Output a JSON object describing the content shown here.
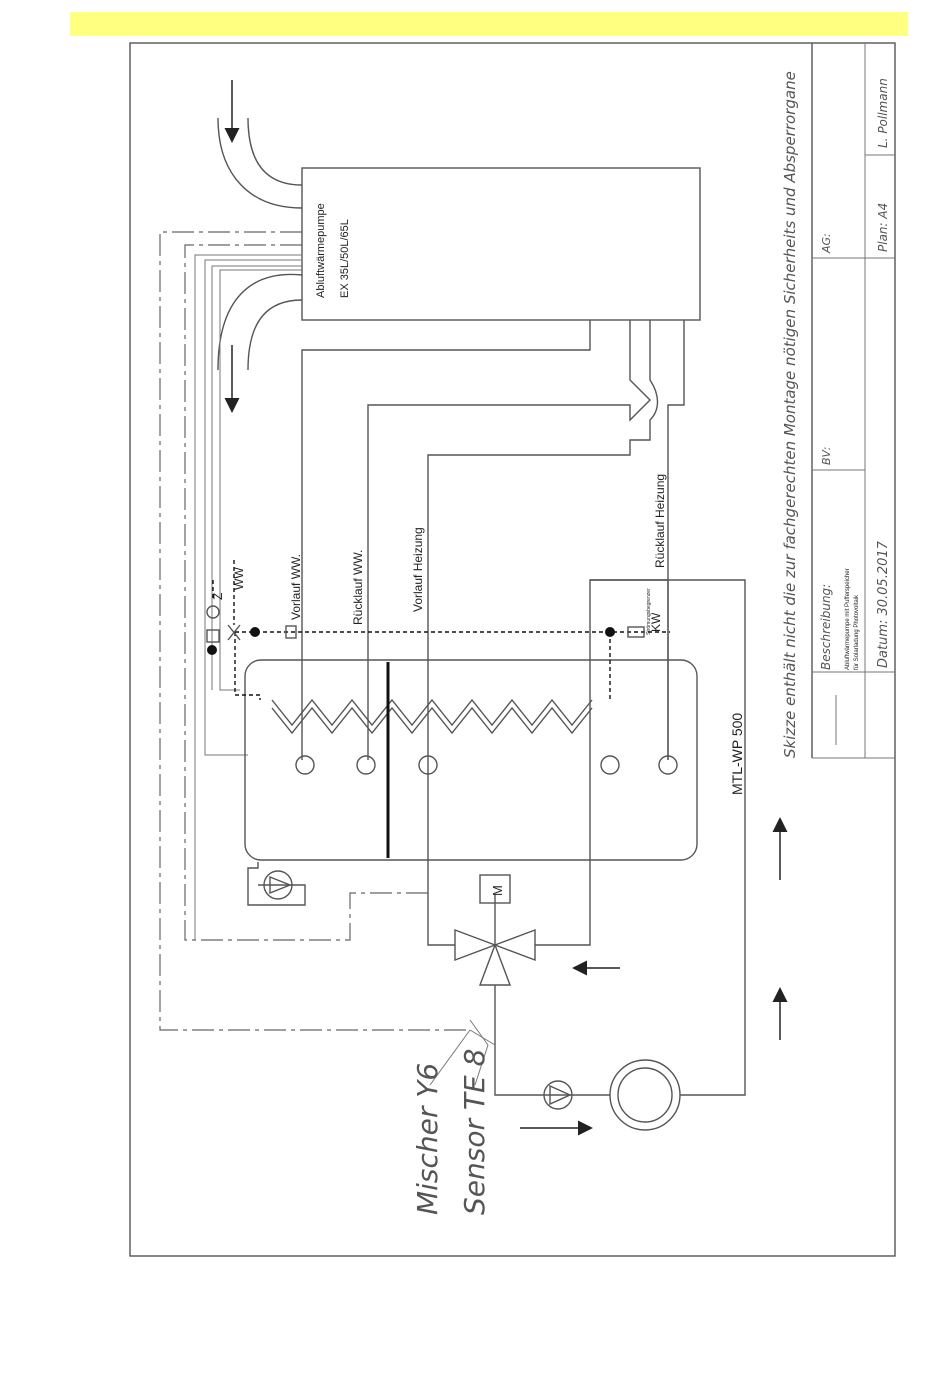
{
  "heat_pump": {
    "title": "Abluftwärmepumpe",
    "model": "EX 35L/50L/65L"
  },
  "tank": {
    "name": "MTL-WP 500"
  },
  "pipes": {
    "vorlauf_ww": "Vorlauf WW.",
    "ruecklauf_ww": "Rücklauf WW.",
    "vorlauf_heizung": "Vorlauf Heizung",
    "ruecklauf_heizung": "Rücklauf Heizung"
  },
  "connections": {
    "z": "Z",
    "ww": "WW",
    "kw": "KW",
    "flow_limiter": "Strömungsbegrenzer"
  },
  "valve_motor": "M",
  "labels": {
    "mixer": "Mischer Y6",
    "sensor": "Sensor TE 8"
  },
  "note": "Skizze enthält nicht die zur fachgerechten Montage nötigen Sicherheits und Absperrorgane",
  "title_block": {
    "description_label": "Beschreibung:",
    "description_line1": "Abluftwärmepumpe mit Pufferspeicher",
    "description_line2": "für Solarladung Photovoltaik",
    "date": "Datum: 30.05.2017",
    "bv": "BV:",
    "ag": "AG:",
    "plan": "Plan: A4",
    "author": "L. Pollmann"
  },
  "colors": {
    "highlight_bar": "#ffff80",
    "line": "#555555",
    "text": "#222222"
  }
}
